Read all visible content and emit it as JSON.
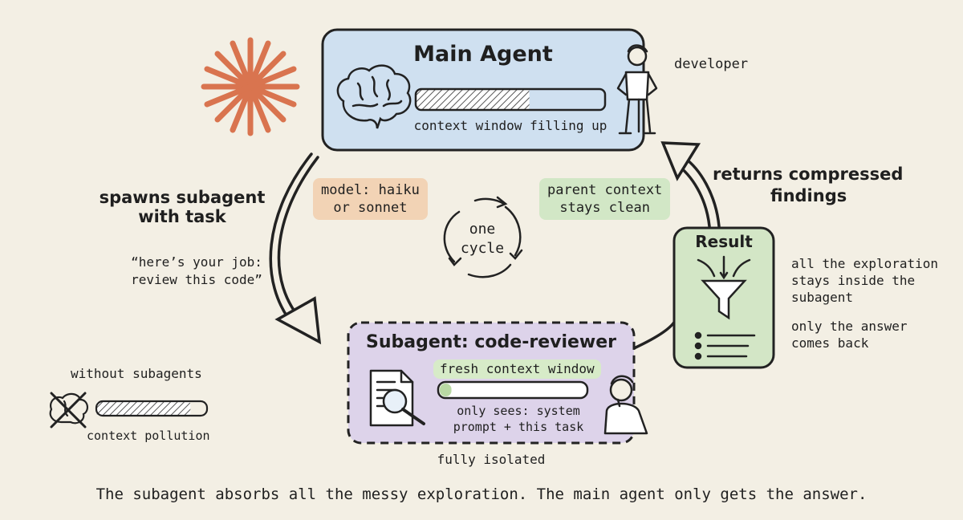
{
  "main_agent": {
    "title": "Main Agent",
    "context_caption": "context window filling up",
    "context_fill_fraction": 0.6
  },
  "developer_label": "developer",
  "spawn_label": [
    "spawns subagent",
    "with task"
  ],
  "job_quote": [
    "“here’s your job:",
    "review this code”"
  ],
  "model_note": [
    "model: haiku",
    "or sonnet"
  ],
  "cycle_label": [
    "one",
    "cycle"
  ],
  "parent_note": [
    "parent context",
    "stays clean"
  ],
  "returns_label": [
    "returns compressed",
    "findings"
  ],
  "result": {
    "title": "Result"
  },
  "exploration_note": [
    "all the exploration",
    "stays inside the",
    "subagent"
  ],
  "answer_note": [
    "only the answer",
    "comes back"
  ],
  "subagent": {
    "title": "Subagent: code-reviewer",
    "context_label": "fresh context window",
    "context_fill_fraction": 0.08,
    "sees_note": [
      "only sees: system",
      "prompt + this task"
    ],
    "isolation_caption": "fully isolated"
  },
  "without": {
    "label": "without subagents",
    "caption": "context pollution",
    "context_fill_fraction": 0.85
  },
  "footer": "The subagent absorbs all the messy exploration. The main agent only gets the answer.",
  "colors": {
    "background": "#f3efe4",
    "main_box": "#cfe0f0",
    "subagent_box": "#ddd3ea",
    "result_box": "#d3e6c6",
    "model_pill": "#f2d3b5",
    "parent_pill": "#d2e7c6",
    "fresh_pill": "#d7ebc8",
    "starburst": "#d9744f",
    "ink": "#1f1f1f"
  }
}
